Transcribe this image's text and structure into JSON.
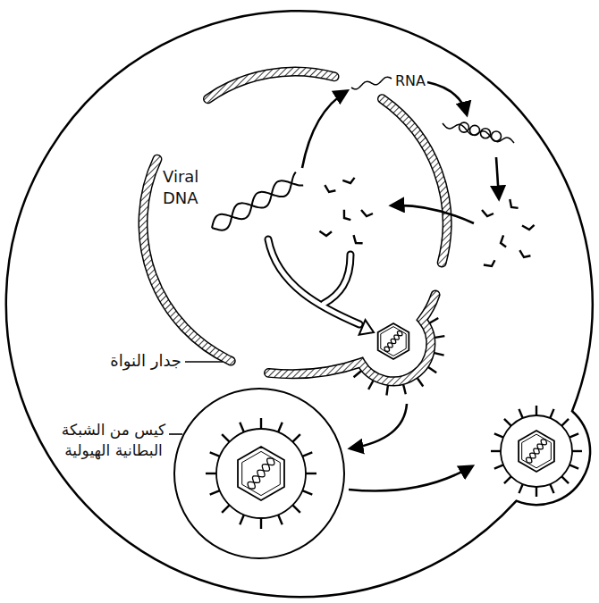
{
  "diagram": {
    "labels": [
      "Viral DNA",
      "RNA",
      "جدار النواة",
      "كيس من الشبكة البطانية الهيولية"
    ]
  }
}
